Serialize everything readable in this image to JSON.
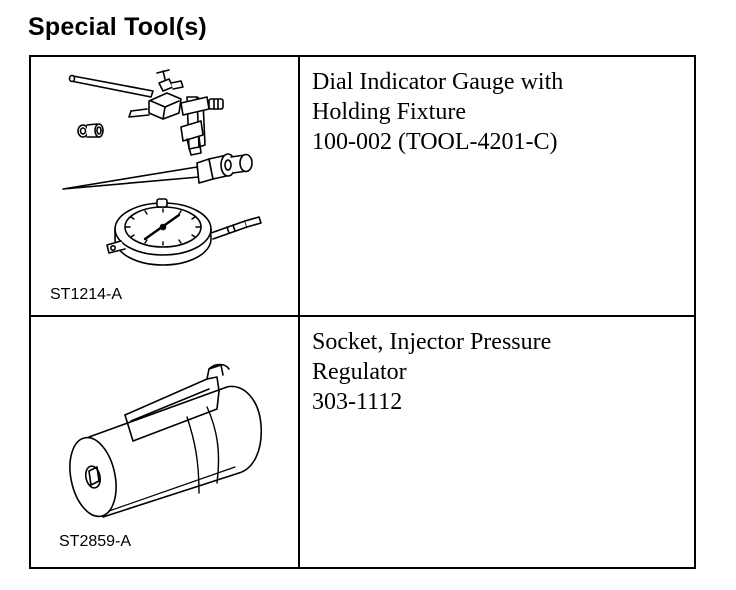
{
  "page": {
    "title": "Special Tool(s)"
  },
  "tools": [
    {
      "image_code": "ST1214-A",
      "illustration": "dial-indicator-gauge-with-holding-fixture-illustration",
      "description_lines": [
        "Dial Indicator Gauge with",
        "Holding Fixture",
        "100-002 (TOOL-4201-C)"
      ]
    },
    {
      "image_code": "ST2859-A",
      "illustration": "injector-pressure-regulator-socket-illustration",
      "description_lines": [
        "Socket, Injector Pressure",
        "Regulator",
        "303-1112"
      ]
    }
  ]
}
